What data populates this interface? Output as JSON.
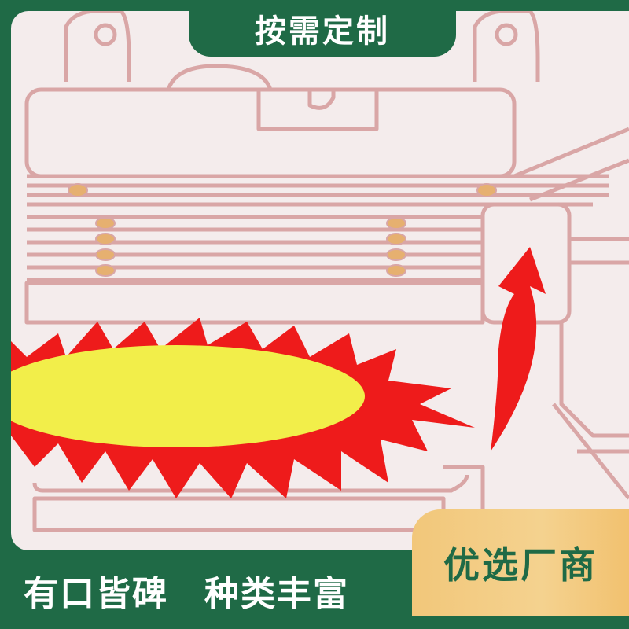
{
  "badges": {
    "top": "按需定制",
    "bottom_left_1": "有口皆碑",
    "bottom_left_2": "种类丰富",
    "bottom_right": "优选厂商"
  },
  "colors": {
    "frame": "#1f6a46",
    "drawing_bg": "#f4ecec",
    "outline": "#d9a6a6",
    "flame_red": "#ee1b1b",
    "flame_yellow": "#f2ee4a",
    "gold": "#f3cc84"
  },
  "illustration": {
    "subject": "boiler-cross-section"
  }
}
